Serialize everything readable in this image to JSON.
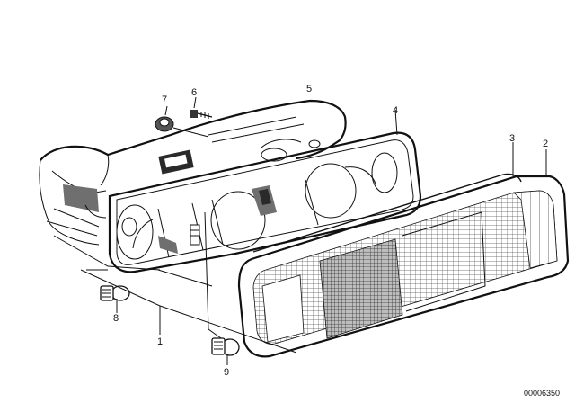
{
  "callouts": {
    "c1": "1",
    "c2": "2",
    "c3": "3",
    "c4": "4",
    "c5": "5",
    "c6": "6",
    "c7": "7",
    "c8": "8",
    "c9": "9"
  },
  "diagram_code": "00006350"
}
